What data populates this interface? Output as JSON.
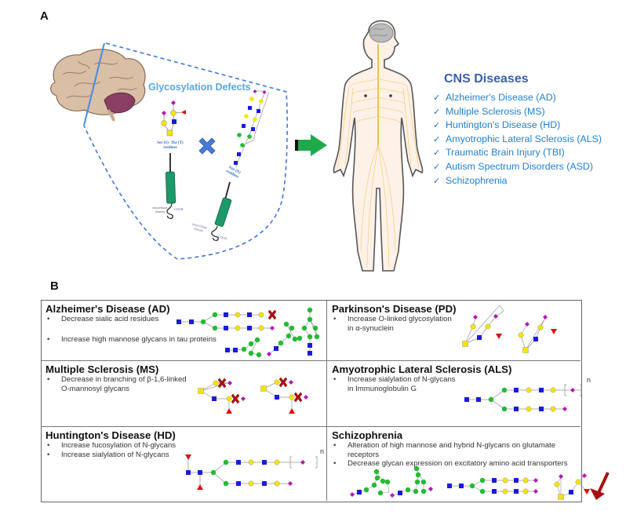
{
  "figure": {
    "panel_a_label": "A",
    "panel_b_label": "B"
  },
  "panel_a": {
    "glycosylation_title": "Glycosylation Defects",
    "o_glycan_site_label": "Ser (S)- Thr (T) residues",
    "n_glycan_site_label": "Asn (N) residues",
    "intracellular_label": "intracellular domain",
    "cooh_label": "COOH",
    "cns_title": "CNS Diseases",
    "cns_diseases": [
      "Alzheimer's Disease (AD)",
      "Multiple Sclerosis (MS)",
      "Huntington's Disease (HD)",
      "Amyotrophic Lateral Sclerosis (ALS)",
      "Traumatic Brain Injury (TBI)",
      "Autism Spectrum Disorders (ASD)",
      "Schizophrenia"
    ],
    "check_glyph": "✓"
  },
  "panel_b": {
    "cells": [
      {
        "title": "Alzheimer's Disease (AD)",
        "bullets": [
          "Decrease sialic acid residues",
          "Increase high mannose glycans in tau proteins"
        ]
      },
      {
        "title": "Parkinson's Disease (PD)",
        "bullets": [
          "Increase O-linked glycosylation",
          "in α-synuclein"
        ]
      },
      {
        "title": "Multiple Sclerosis (MS)",
        "bullets": [
          "Decrease in branching of β-1,6-linked",
          "O-mannosyl glycans"
        ]
      },
      {
        "title": "Amyotrophic Lateral Sclerosis (ALS)",
        "bullets": [
          "Increase sialylation of N-glycans",
          "in Immunoglobulin G"
        ]
      },
      {
        "title": "Huntington's Disease (HD)",
        "bullets": [
          "Increase fucosylation of N-glycans",
          "Increase sialylation of N-glycans"
        ]
      },
      {
        "title": "Schizophrenia",
        "bullets": [
          "Alteration of high mannose and hybrid N-glycans on glutamate",
          "receptors",
          "Decrease glycan expression on excitatory amino acid transporters"
        ]
      }
    ],
    "repeat_label": "n"
  },
  "colors": {
    "glcnac_blue": "#1a1adc",
    "gal_yellow": "#f5e400",
    "man_green": "#22bb33",
    "sia_purple": "#b515b5",
    "fuc_red": "#e01010",
    "x_red": "#b01010",
    "cns_blue": "#1f7fd1",
    "title_navy": "#3a5fae",
    "arrow_green": "#1daa4a",
    "dash_blue": "#3f78d6"
  }
}
